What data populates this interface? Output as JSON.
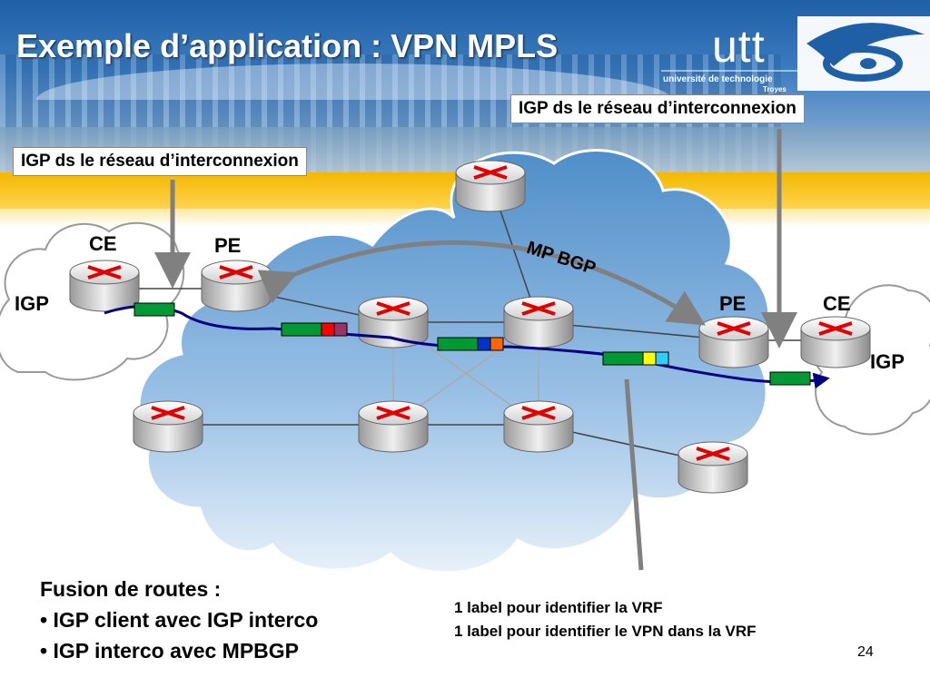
{
  "slide": {
    "title": "Exemple d’application : VPN MPLS",
    "page_number": "24"
  },
  "logo": {
    "name": "utt",
    "line1": "université de technologie",
    "line2": "Troyes"
  },
  "callouts": {
    "igp_top_right": "IGP ds le réseau d’interconnexion",
    "igp_top_left": "IGP ds le réseau d’interconnexion"
  },
  "diagram_labels": {
    "ce_left": "CE",
    "pe_left": "PE",
    "igp_left": "IGP",
    "pe_right": "PE",
    "ce_right": "CE",
    "igp_right": "IGP",
    "mp_bgp": "MP BGP"
  },
  "fusion": {
    "title": "Fusion de routes :",
    "bullets": [
      "• IGP client avec IGP interco",
      "• IGP interco avec MPBGP"
    ]
  },
  "label_notes": {
    "line1": "1 label pour identifier la VRF",
    "line2": "1 label pour identifier le VPN dans la VRF"
  },
  "colors": {
    "packet_green": "#009933",
    "label_red": "#ff0000",
    "label_purple": "#993366",
    "label_blue": "#0033cc",
    "label_orange": "#ff6600",
    "label_yellow": "#ffff00",
    "label_cyan": "#33ccff",
    "path_navy": "#000080",
    "cloud_blue": "#a8c8e8",
    "arrow_gray": "#808080",
    "router_red": "#e00000"
  }
}
